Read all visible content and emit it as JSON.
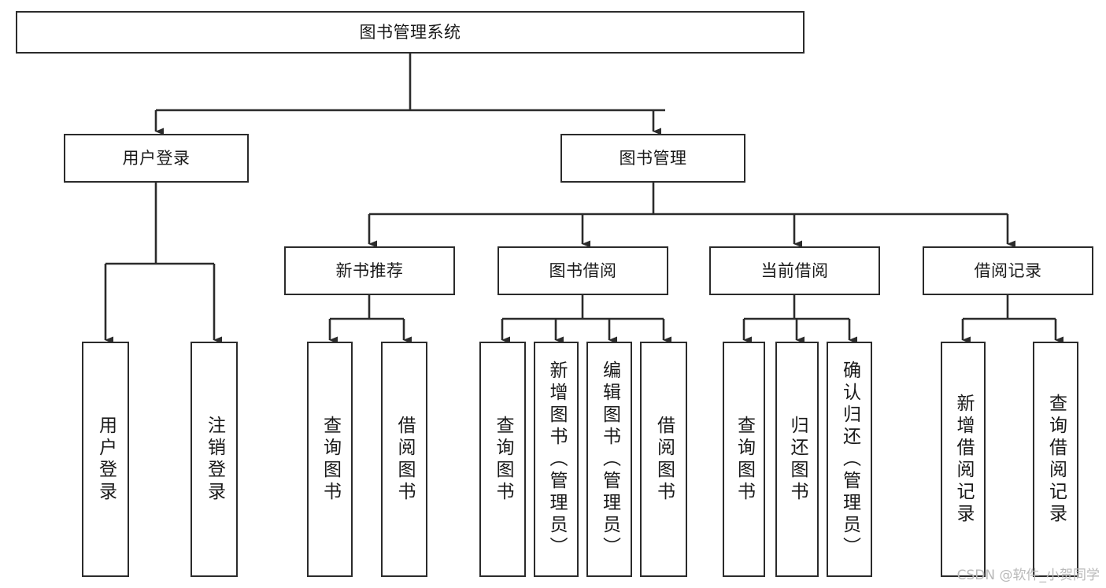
{
  "diagram": {
    "type": "hierarchy-tree",
    "title": "图书管理系统",
    "watermark": "CSDN @软件_小贺同学",
    "colors": {
      "stroke": "#2b2b2b",
      "fill": "#ffffff",
      "text": "#1a1a1a",
      "watermark": "#b9b9b9"
    },
    "nodes": {
      "root": {
        "label": "图书管理系统",
        "level": 1
      },
      "login": {
        "label": "用户登录",
        "level": 2
      },
      "book_manage": {
        "label": "图书管理",
        "level": 2
      },
      "new_book_rec": {
        "label": "新书推荐",
        "level": 3
      },
      "book_borrow": {
        "label": "图书借阅",
        "level": 3
      },
      "current_borrow": {
        "label": "当前借阅",
        "level": 3
      },
      "borrow_record": {
        "label": "借阅记录",
        "level": 3
      },
      "leaf_user_login": {
        "label": "用户登录",
        "level": 4
      },
      "leaf_logout": {
        "label": "注销登录",
        "level": 4
      },
      "leaf_query_book_a": {
        "label": "查询图书",
        "level": 4
      },
      "leaf_borrow_book_a": {
        "label": "借阅图书",
        "level": 4
      },
      "leaf_query_book_b": {
        "label": "查询图书",
        "level": 4
      },
      "leaf_add_book": {
        "label": "新增图书（管理员）",
        "level": 4
      },
      "leaf_edit_book": {
        "label": "编辑图书（管理员）",
        "level": 4
      },
      "leaf_borrow_book_b": {
        "label": "借阅图书",
        "level": 4
      },
      "leaf_query_book_c": {
        "label": "查询图书",
        "level": 4
      },
      "leaf_return_book": {
        "label": "归还图书",
        "level": 4
      },
      "leaf_confirm_return": {
        "label": "确认归还（管理员）",
        "level": 4
      },
      "leaf_add_record": {
        "label": "新增借阅记录",
        "level": 4
      },
      "leaf_query_record": {
        "label": "查询借阅记录",
        "level": 4
      }
    },
    "edges": [
      {
        "from": "root",
        "to": "login"
      },
      {
        "from": "root",
        "to": "book_manage"
      },
      {
        "from": "login",
        "to": "leaf_user_login"
      },
      {
        "from": "login",
        "to": "leaf_logout"
      },
      {
        "from": "book_manage",
        "to": "new_book_rec"
      },
      {
        "from": "book_manage",
        "to": "book_borrow"
      },
      {
        "from": "book_manage",
        "to": "current_borrow"
      },
      {
        "from": "book_manage",
        "to": "borrow_record"
      },
      {
        "from": "new_book_rec",
        "to": "leaf_query_book_a"
      },
      {
        "from": "new_book_rec",
        "to": "leaf_borrow_book_a"
      },
      {
        "from": "book_borrow",
        "to": "leaf_query_book_b"
      },
      {
        "from": "book_borrow",
        "to": "leaf_add_book"
      },
      {
        "from": "book_borrow",
        "to": "leaf_edit_book"
      },
      {
        "from": "book_borrow",
        "to": "leaf_borrow_book_b"
      },
      {
        "from": "current_borrow",
        "to": "leaf_query_book_c"
      },
      {
        "from": "current_borrow",
        "to": "leaf_return_book"
      },
      {
        "from": "current_borrow",
        "to": "leaf_confirm_return"
      },
      {
        "from": "borrow_record",
        "to": "leaf_add_record"
      },
      {
        "from": "borrow_record",
        "to": "leaf_query_record"
      }
    ]
  }
}
